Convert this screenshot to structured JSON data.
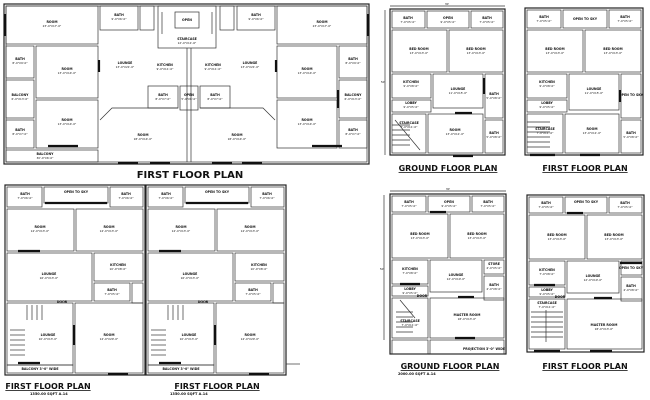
{
  "sheet": {
    "plans": [
      {
        "id": "plan-a",
        "title": "FIRST FLOOR PLAN",
        "rooms": [
          {
            "name": "ROOM",
            "size": "23'-0\"X17'-0\""
          },
          {
            "name": "BATH",
            "size": "9'-0\"X6'-0\""
          },
          {
            "name": "OPEN",
            "size": "5'-6\""
          },
          {
            "name": "STAIRCASE",
            "size": "12'-0\"X11'-6\""
          },
          {
            "name": "OPEN",
            "size": ""
          },
          {
            "name": "OPEN",
            "size": "5'-6\""
          },
          {
            "name": "BATH",
            "size": "9'-0\"X6'-0\""
          },
          {
            "name": "ROOM",
            "size": "23'-0\"X17'-0\""
          },
          {
            "name": "BATH",
            "size": "8'-0\"X9'-0\""
          },
          {
            "name": "ROOM",
            "size": "13'-0\"X14'-0\""
          },
          {
            "name": "LOUNGE",
            "size": "13'-0\"X21'-0\""
          },
          {
            "name": "KITCHEN",
            "size": "9'-0\"X11'-0\""
          },
          {
            "name": "KITCHEN",
            "size": "9'-0\"X11'-0\""
          },
          {
            "name": "LOUNGE",
            "size": "13'-0\"X21'-0\""
          },
          {
            "name": "ROOM",
            "size": "13'-0\"X14'-0\""
          },
          {
            "name": "BATH",
            "size": "8'-0\"X9'-0\""
          },
          {
            "name": "BALCONY",
            "size": "6'-0\"X13'-0\""
          },
          {
            "name": "BATH",
            "size": "8'-0\"X7'-0\""
          },
          {
            "name": "OPEN",
            "size": "5'-0\"X6'-0\""
          },
          {
            "name": "BATH",
            "size": "8'-0\"X7'-0\""
          },
          {
            "name": "BALCONY",
            "size": "6'-0\"X13'-0\""
          },
          {
            "name": "ROOM",
            "size": "13'-0\"X14'-0\""
          },
          {
            "name": "ROOM",
            "size": "18'-0\"X14'-0\""
          },
          {
            "name": "ROOM",
            "size": "18'-0\"X14'-0\""
          },
          {
            "name": "ROOM",
            "size": "13'-0\"X14'-0\""
          },
          {
            "name": "BATH",
            "size": "8'-0\"X7'-0\""
          },
          {
            "name": "BATH",
            "size": "8'-0\"X7'-0\""
          },
          {
            "name": "BALCONY",
            "size": "30'-0\"X6'-0\""
          }
        ]
      },
      {
        "id": "plan-b",
        "title": "GROUND FLOOR PLAN",
        "dim_top": "30'",
        "dim_side": "50'",
        "rooms": [
          {
            "name": "BATH",
            "size": "7'-0\"X5'-0\""
          },
          {
            "name": "OPEN",
            "size": "9'-0\"X5'-0\""
          },
          {
            "name": "BATH",
            "size": "7'-0\"X5'-0\""
          },
          {
            "name": "BED ROOM",
            "size": "13'-0\"X13'-0\""
          },
          {
            "name": "BED ROOM",
            "size": "13'-0\"X13'-0\""
          },
          {
            "name": "KITCHEN",
            "size": "9'-0\"X8'-0\""
          },
          {
            "name": "LOUNGE",
            "size": "11'-0\"X15'-0\""
          },
          {
            "name": "BATH",
            "size": "5'-0\"X8'-0\""
          },
          {
            "name": "LOBBY",
            "size": "9'-0\"X5'-0\""
          },
          {
            "name": "STAIRCASE",
            "size": "7'-0\"X11'-0\""
          },
          {
            "name": "ROOM",
            "size": "13'-0\"X11'-0\""
          },
          {
            "name": "BATH",
            "size": "5'-0\"X8'-0\""
          }
        ]
      },
      {
        "id": "plan-c",
        "title": "FIRST FLOOR PLAN",
        "rooms": [
          {
            "name": "BATH",
            "size": "7'-0\"X5'-0\""
          },
          {
            "name": "OPEN TO SKY",
            "size": ""
          },
          {
            "name": "BATH",
            "size": "7'-0\"X5'-0\""
          },
          {
            "name": "BED ROOM",
            "size": "13'-0\"X13'-0\""
          },
          {
            "name": "BED ROOM",
            "size": "13'-0\"X13'-0\""
          },
          {
            "name": "KITCHEN",
            "size": "9'-0\"X8'-0\""
          },
          {
            "name": "LOUNGE",
            "size": "11'-0\"X15'-0\""
          },
          {
            "name": "OPEN TO SKY",
            "size": ""
          },
          {
            "name": "LOBBY",
            "size": "9'-0\"X5'-0\""
          },
          {
            "name": "STAIRCASE",
            "size": "7'-0\"X11'-0\""
          },
          {
            "name": "ROOM",
            "size": "13'-0\"X11'-0\""
          },
          {
            "name": "BATH",
            "size": "5'-0\"X8'-0\""
          }
        ]
      },
      {
        "id": "plan-d",
        "title": "FIRST FLOOR PLAN",
        "subtitle": "1350.00 SQFT A.14",
        "rooms": [
          {
            "name": "BATH",
            "size": "7'-0\"X6'-0\""
          },
          {
            "name": "OPEN TO SKY",
            "size": ""
          },
          {
            "name": "BATH",
            "size": "7'-0\"X6'-0\""
          },
          {
            "name": "ROOM",
            "size": "14'-0\"X13'-0\""
          },
          {
            "name": "ROOM",
            "size": "14'-0\"X13'-0\""
          },
          {
            "name": "LOUNGE",
            "size": "16'-0\"X13'-0\""
          },
          {
            "name": "KITCHEN",
            "size": "10'-0\"X8'-0\""
          },
          {
            "name": "BATH",
            "size": "7'-0\"X5'-0\""
          },
          {
            "name": "LOUNGE",
            "size": "10'-0\"X13'-0\""
          },
          {
            "name": "ROOM",
            "size": "14'-0\"X20'-0\""
          }
        ],
        "balcony": "BALCONY 3'-0\" WIDE",
        "door": "DOOR"
      },
      {
        "id": "plan-e",
        "title": "FIRST FLOOR PLAN",
        "subtitle": "1350.00 SQFT A.14",
        "rooms": [
          {
            "name": "BATH",
            "size": "7'-0\"X6'-0\""
          },
          {
            "name": "OPEN TO SKY",
            "size": ""
          },
          {
            "name": "BATH",
            "size": "7'-0\"X6'-0\""
          },
          {
            "name": "ROOM",
            "size": "14'-0\"X13'-0\""
          },
          {
            "name": "ROOM",
            "size": "14'-0\"X13'-0\""
          },
          {
            "name": "LOUNGE",
            "size": "16'-0\"X13'-0\""
          },
          {
            "name": "KITCHEN",
            "size": "10'-0\"X8'-0\""
          },
          {
            "name": "BATH",
            "size": "7'-0\"X5'-0\""
          },
          {
            "name": "LOUNGE",
            "size": "10'-0\"X13'-0\""
          },
          {
            "name": "ROOM",
            "size": "14'-0\"X20'-0\""
          }
        ],
        "balcony": "BALCONY 3'-0\" WIDE",
        "door": "DOOR"
      },
      {
        "id": "plan-f",
        "title": "GROUND FLOOR PLAN",
        "subtitle": "2000.00 SQFT A.14",
        "dim_top": "30'",
        "dim_side": "50'",
        "rooms": [
          {
            "name": "BATH",
            "size": "7'-0\"X5'-0\""
          },
          {
            "name": "OPEN",
            "size": "9'-0\"X5'-0\""
          },
          {
            "name": "BATH",
            "size": "7'-0\"X5'-0\""
          },
          {
            "name": "BED ROOM",
            "size": "13'-0\"X13'-0\""
          },
          {
            "name": "BED ROOM",
            "size": "13'-0\"X13'-0\""
          },
          {
            "name": "KITCHEN",
            "size": "7'-0\"X8'-0\""
          },
          {
            "name": "LOUNGE",
            "size": "12'-0\"X10'-0\""
          },
          {
            "name": "STORE",
            "size": "4'-0\"X5'-0\""
          },
          {
            "name": "BATH",
            "size": "4'-0\"X8'-0\""
          },
          {
            "name": "LOBBY",
            "size": "9'-0\"X5'-0\""
          },
          {
            "name": "STAIRCASE",
            "size": "7'-0\"X11'-0\""
          },
          {
            "name": "MASTER ROOM",
            "size": "18'-0\"X13'-0\""
          }
        ],
        "note": "PROJECTION 3'-0\" WIDE",
        "door": "DOOR"
      },
      {
        "id": "plan-g",
        "title": "FIRST FLOOR PLAN",
        "rooms": [
          {
            "name": "BATH",
            "size": "7'-0\"X5'-0\""
          },
          {
            "name": "OPEN TO SKY",
            "size": ""
          },
          {
            "name": "BATH",
            "size": "7'-0\"X5'-0\""
          },
          {
            "name": "BED ROOM",
            "size": "13'-0\"X13'-0\""
          },
          {
            "name": "BED ROOM",
            "size": "13'-0\"X13'-0\""
          },
          {
            "name": "KITCHEN",
            "size": "7'-0\"X8'-0\""
          },
          {
            "name": "LOUNGE",
            "size": "12'-0\"X10'-0\""
          },
          {
            "name": "OPEN TO SKY",
            "size": ""
          },
          {
            "name": "BATH",
            "size": "4'-0\"X8'-0\""
          },
          {
            "name": "LOBBY",
            "size": "9'-0\"X5'-0\""
          },
          {
            "name": "STAIRCASE",
            "size": "7'-0\"X11'-0\""
          },
          {
            "name": "MASTER ROOM",
            "size": "18'-0\"X13'-0\""
          }
        ],
        "door": "DOOR"
      }
    ]
  }
}
